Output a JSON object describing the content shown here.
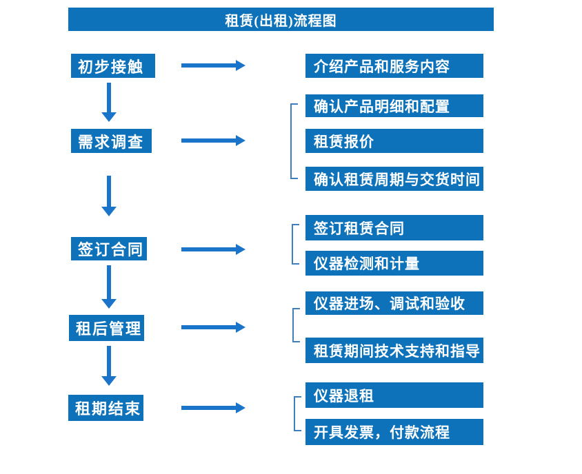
{
  "title": "租赁(出租)流程图",
  "colors": {
    "box_fill": "#0d72b9",
    "arrow": "#1a74c9",
    "bracket": "#3d7ebf",
    "text": "#ffffff",
    "background": "#ffffff"
  },
  "steps": [
    {
      "label": "初步接触",
      "details": [
        "介绍产品和服务内容"
      ]
    },
    {
      "label": "需求调查",
      "details": [
        "确认产品明细和配置",
        "租赁报价",
        "确认租赁周期与交货时间"
      ]
    },
    {
      "label": "签订合同",
      "details": [
        "签订租赁合同",
        "仪器检测和计量"
      ]
    },
    {
      "label": "租后管理",
      "details": [
        "仪器进场、调试和验收",
        "租赁期间技术支持和指导"
      ]
    },
    {
      "label": "租期结束",
      "details": [
        "仪器退租",
        "开具发票，付款流程"
      ]
    }
  ]
}
